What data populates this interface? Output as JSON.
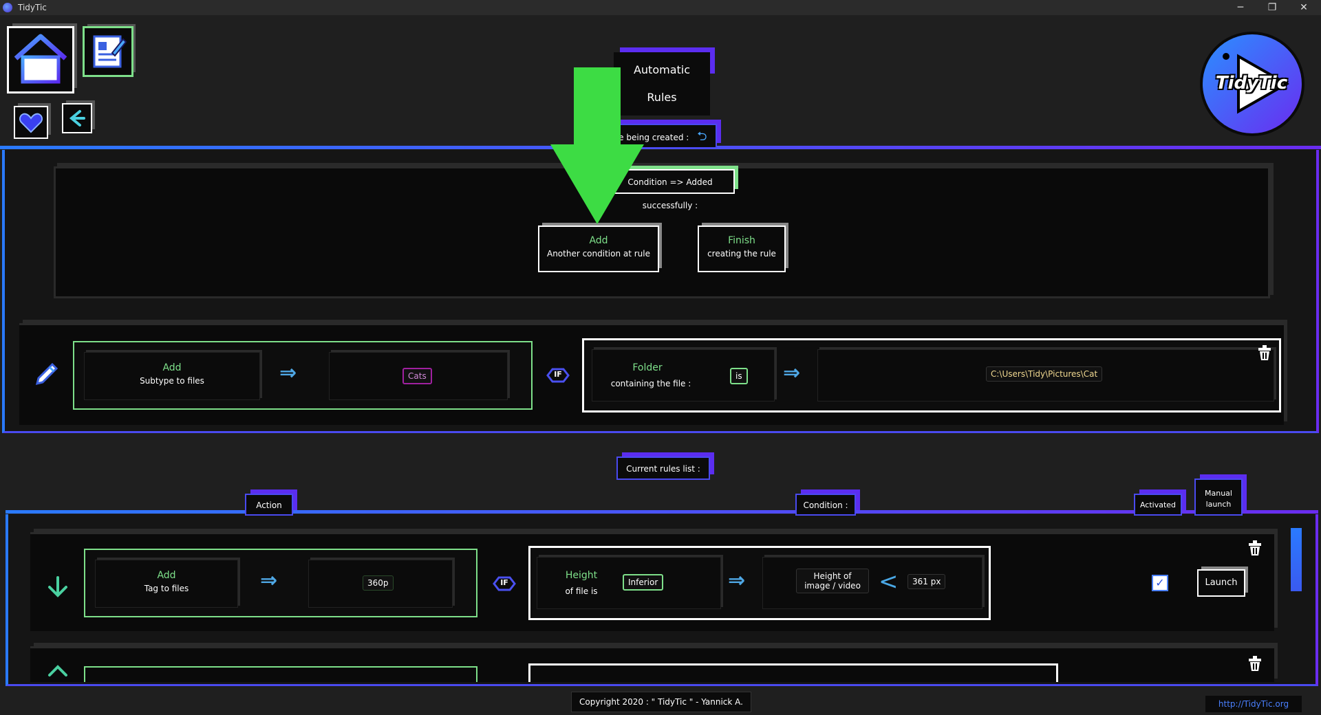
{
  "window": {
    "title": "TidyTic",
    "minimize": "─",
    "restore": "❐",
    "close": "✕"
  },
  "header": {
    "title": "Automatic Rules",
    "logo_text": "TidyTic"
  },
  "creation": {
    "rule_label": "Rule being created :",
    "status_label": "Condition => Added successfully :",
    "add_button": {
      "title": "Add",
      "subtitle": "Another condition at rule"
    },
    "finish_button": {
      "title": "Finish",
      "subtitle": "creating the rule"
    }
  },
  "draft_rule": {
    "action": {
      "title": "Add",
      "subtitle": "Subtype to files",
      "value": "Cats"
    },
    "if_label": "IF",
    "condition": {
      "title": "Folder",
      "subtitle": "containing the file :",
      "operator": "is",
      "value": "C:\\Users\\Tidy\\Pictures\\Cat"
    }
  },
  "list": {
    "title": "Current rules list :",
    "headers": {
      "action": "Action",
      "condition": "Condition :",
      "activated": "Activated",
      "manual_launch": "Manual launch"
    },
    "rows": [
      {
        "action": {
          "title": "Add",
          "subtitle": "Tag to files",
          "value": "360p"
        },
        "if_label": "IF",
        "condition": {
          "title": "Height",
          "subtitle": "of file is",
          "operator": "Inferior",
          "target": "Height of image / video",
          "comparator": "<",
          "value": "361 px"
        },
        "activated": true,
        "launch_label": "Launch"
      }
    ]
  },
  "footer": {
    "copyright": "Copyright 2020 : \" TidyTic \" - Yannick A.",
    "link": "http://TidyTic.org"
  },
  "colors": {
    "accent_green": "#7ee08a",
    "accent_blue": "#2a7aff",
    "accent_purple": "#6a2cf0",
    "pointer_green": "#3ddc44"
  }
}
